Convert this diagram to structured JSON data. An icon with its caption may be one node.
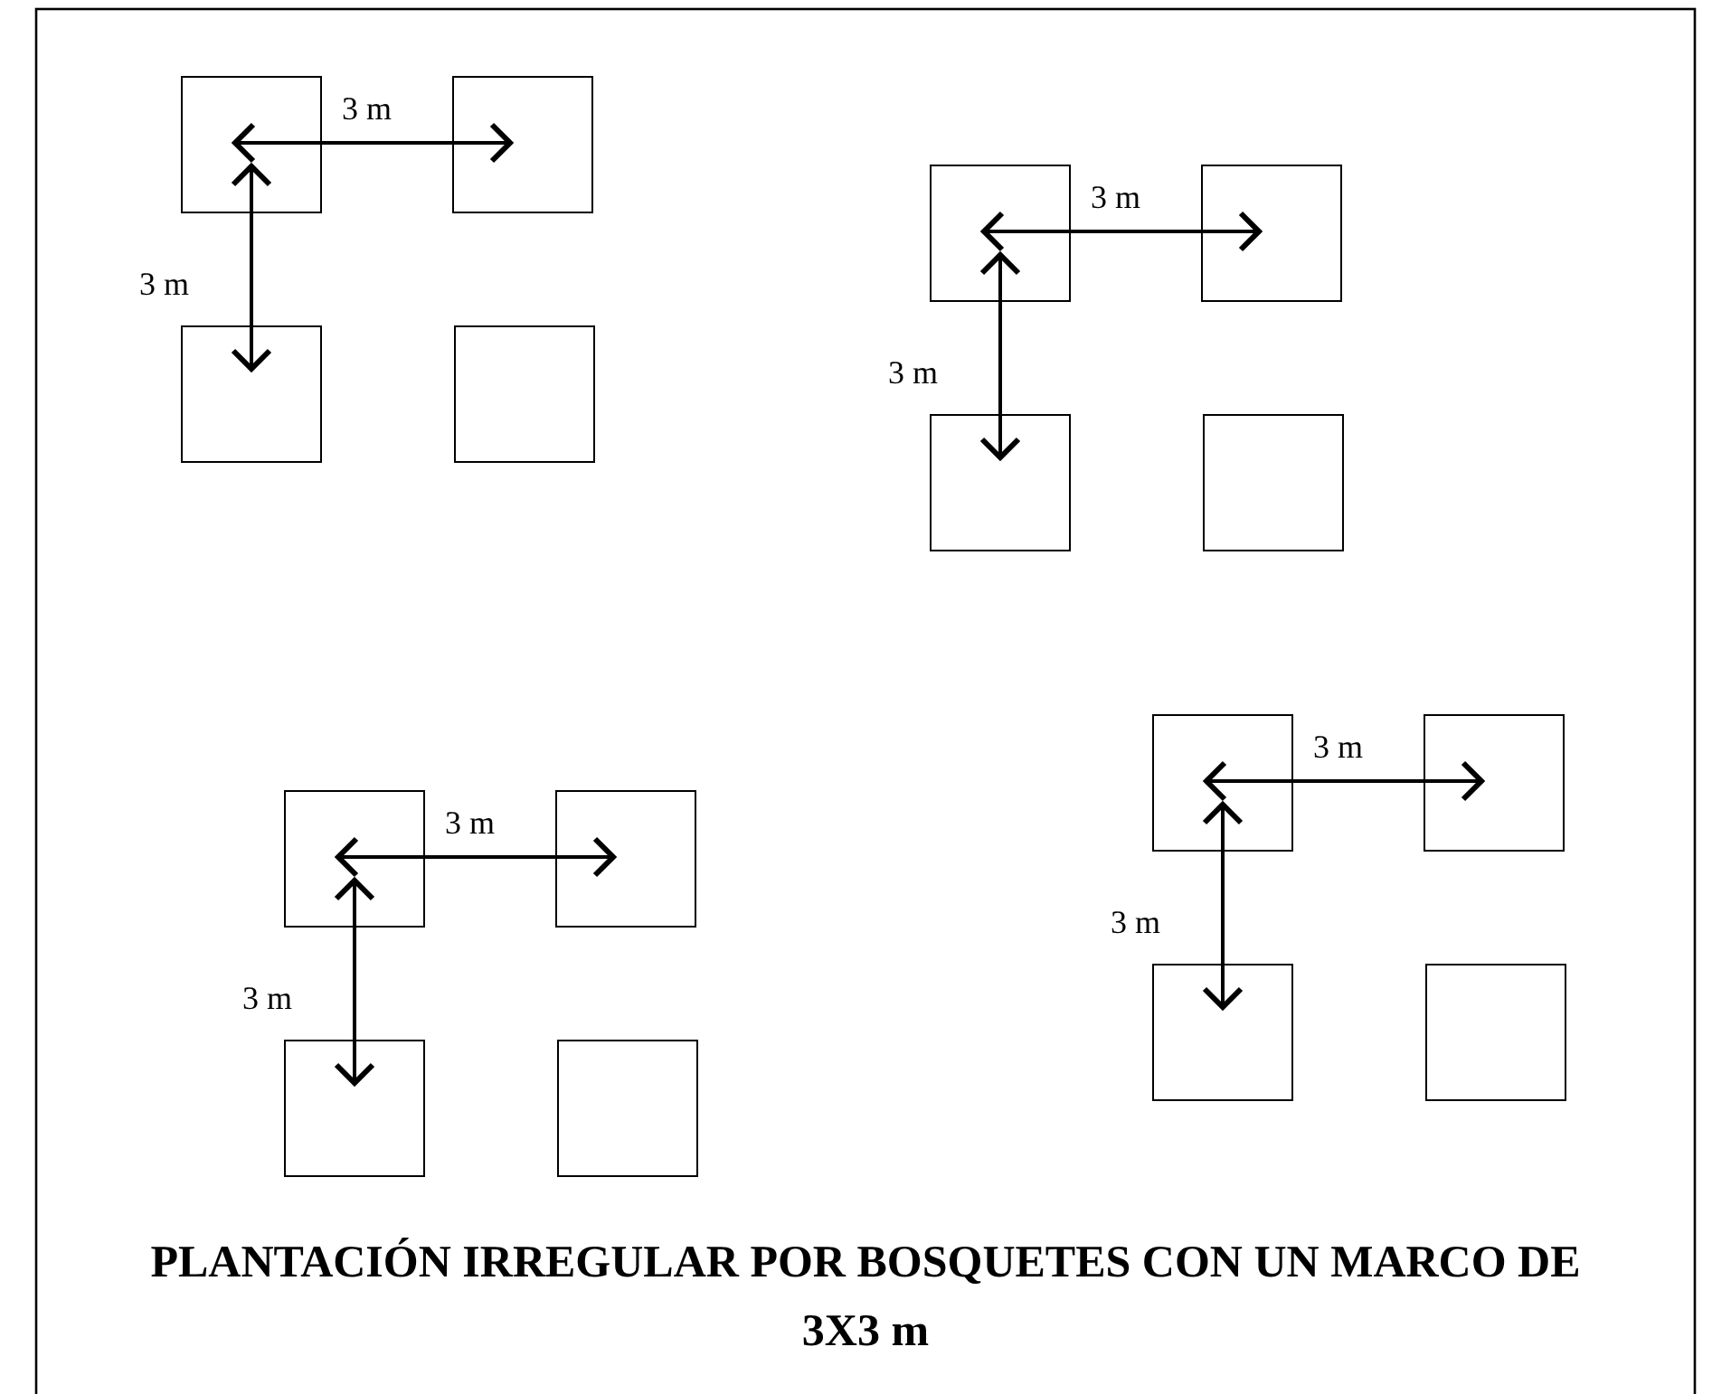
{
  "diagram": {
    "caption": "PLANTACIÓN IRREGULAR POR BOSQUETES CON UN MARCO DE 3X3 m",
    "nodes": [
      {
        "text": [],
        "shape": "box"
      },
      {
        "text": [],
        "shape": "box"
      },
      {
        "text": [],
        "shape": "box"
      },
      {
        "text": [],
        "shape": "box"
      },
      {
        "text": [],
        "shape": "box"
      },
      {
        "text": [],
        "shape": "box"
      },
      {
        "text": [],
        "shape": "box"
      },
      {
        "text": [],
        "shape": "box"
      },
      {
        "text": [],
        "shape": "box"
      },
      {
        "text": [],
        "shape": "box"
      },
      {
        "text": [],
        "shape": "box"
      },
      {
        "text": [],
        "shape": "box"
      },
      {
        "text": [],
        "shape": "box"
      },
      {
        "text": [],
        "shape": "box"
      },
      {
        "text": [],
        "shape": "box"
      },
      {
        "text": [],
        "shape": "box"
      }
    ],
    "edges": [
      {
        "from": 0,
        "to": 1,
        "arrow": "both",
        "label": "3 m"
      },
      {
        "from": 0,
        "to": 2,
        "arrow": "both",
        "label": "3 m"
      },
      {
        "from": 4,
        "to": 5,
        "arrow": "both",
        "label": "3 m"
      },
      {
        "from": 4,
        "to": 6,
        "arrow": "both",
        "label": "3 m"
      },
      {
        "from": 8,
        "to": 9,
        "arrow": "both",
        "label": "3 m"
      },
      {
        "from": 8,
        "to": 10,
        "arrow": "both",
        "label": "3 m"
      },
      {
        "from": 12,
        "to": 13,
        "arrow": "both",
        "label": "3 m"
      },
      {
        "from": 12,
        "to": 14,
        "arrow": "both",
        "label": "3 m"
      }
    ]
  }
}
